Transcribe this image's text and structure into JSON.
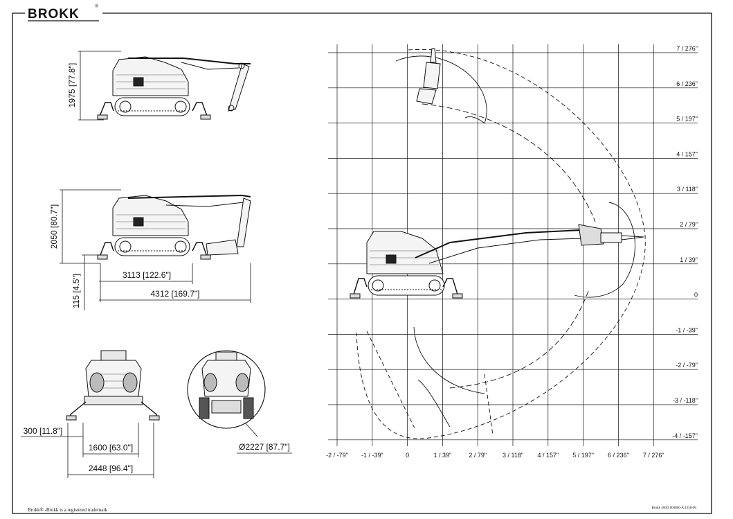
{
  "brand": {
    "logo_text": "BROKK",
    "registered_mark": "®"
  },
  "footer": {
    "trademark_note": "Brokk® -Brokk is a registered trademark",
    "doc_ref": "Brokk 400D 804806-A/1358-00"
  },
  "side_view": {
    "height_label": "1975 [77.8\"]"
  },
  "extended_view": {
    "height_label": "2050 [80.7\"]",
    "ground_clearance_label": "115 [4.5\"]",
    "length_label": "3113 [122.6\"]",
    "total_length_label": "4312 [169.7\"]"
  },
  "front_view": {
    "outrigger_offset_label": "300 [11.8\"]",
    "track_width_label": "1600 [63.0\"]",
    "outrigger_width_label": "2448 [96.4\"]"
  },
  "rotation_view": {
    "diameter_label": "Ø2227 [87.7\"]"
  },
  "reach_chart": {
    "x_ticks": [
      "-2 / -79\"",
      "-1 / -39\"",
      "0",
      "1 / 39\"",
      "2 / 79\"",
      "3 / 118\"",
      "4 / 157\"",
      "5 / 197\"",
      "6 / 236\"",
      "7 / 276\""
    ],
    "y_ticks": [
      "7 / 276\"",
      "6 / 236\"",
      "5 / 197\"",
      "4 / 157\"",
      "3 / 118\"",
      "2 / 79\"",
      "1 / 39\"",
      "0",
      "-1 / -39\"",
      "-2 / -79\"",
      "-3 / -118\"",
      "-4 / -157\""
    ]
  }
}
